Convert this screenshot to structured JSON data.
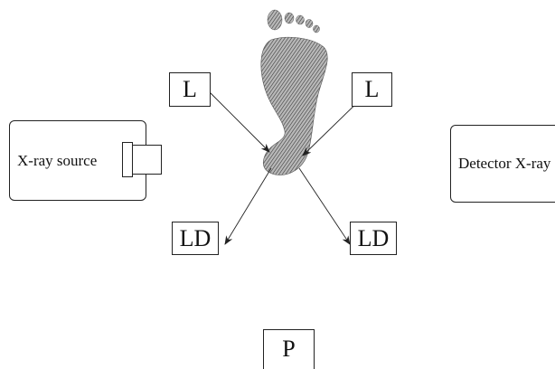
{
  "diagram": {
    "source_label": "X-ray source",
    "detector_label": "Detector X-ray",
    "left_top_label": "L",
    "right_top_label": "L",
    "left_bottom_label": "LD",
    "right_bottom_label": "LD",
    "bottom_label": "P",
    "foot_icon": "footprint-icon",
    "colors": {
      "stroke": "#222222",
      "foot": "#4a4a4a"
    }
  }
}
